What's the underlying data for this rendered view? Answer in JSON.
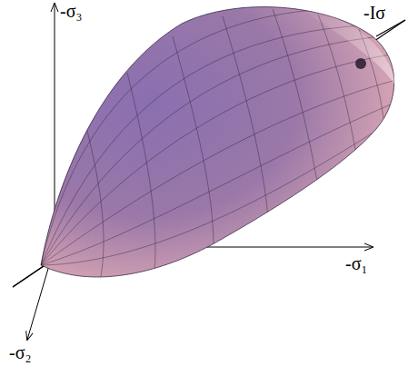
{
  "diagram": {
    "labels": [
      "-σ₃",
      "-Iσ",
      "-σ₁",
      "-σ₂"
    ]
  }
}
